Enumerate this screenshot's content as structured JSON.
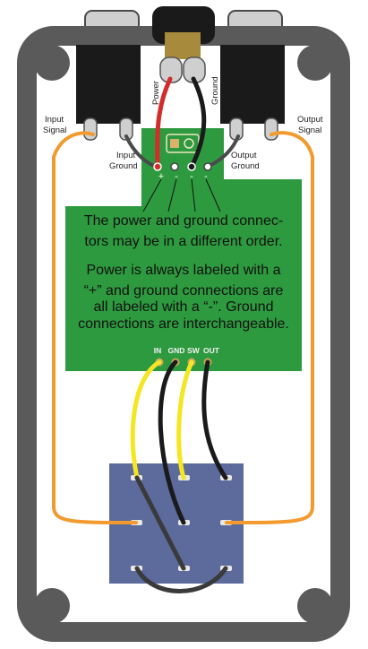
{
  "labels": {
    "input_signal": [
      "Input",
      "Signal"
    ],
    "input_ground": [
      "Input",
      "Ground"
    ],
    "output_signal": [
      "Output",
      "Signal"
    ],
    "output_ground": [
      "Output",
      "Ground"
    ],
    "power": "Power",
    "ground": "Ground"
  },
  "pcb": {
    "note_lines": [
      "The power and ground connec-",
      "tors may be in a different order.",
      "",
      "Power is always labeled with a",
      "“+” and ground connections are",
      "all labeled with a “-”. Ground",
      "connections are interchangeable."
    ],
    "pad_signs": [
      "+",
      "-",
      "-",
      "-"
    ],
    "header_labels": [
      "IN",
      "GND",
      "SW",
      "OUT"
    ]
  },
  "colors": {
    "enclosure": "#5a5a5a",
    "pcb": "#2e9a3f",
    "switch": "#5c6a9c",
    "signal_wire": "#f39a2e",
    "power_wire": "#d42b2b",
    "ground_wire": "#1a1a1a",
    "yellow_wire": "#f5e623",
    "jumper_wire": "#3a3a3a"
  }
}
